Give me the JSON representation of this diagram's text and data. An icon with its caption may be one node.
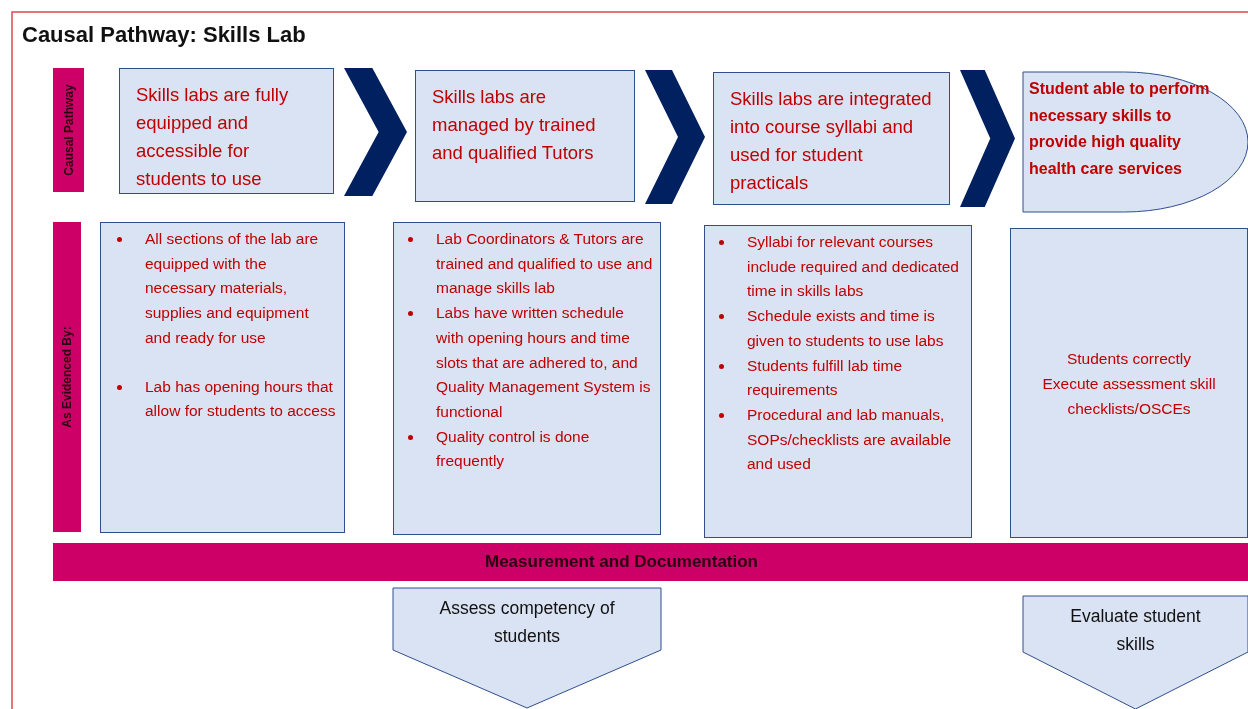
{
  "diagram": {
    "title": "Causal Pathway: Skills Lab",
    "nodes": [
      {
        "text": [
          "Causal Pathway"
        ]
      },
      {
        "text": [
          "Skills labs are fully equipped and accessible for students to use"
        ]
      },
      {
        "text": [
          "Skills labs are managed by trained and qualified Tutors"
        ]
      },
      {
        "text": [
          "Skills labs are integrated into course syllabi and used for student practicals"
        ]
      },
      {
        "text": [
          "Student able to perform necessary skills to provide high quality health care services"
        ]
      },
      {
        "text": [
          "As Evidenced By:"
        ]
      },
      {
        "text": [
          "All sections of the lab are equipped with the necessary materials, supplies and equipment and ready for use",
          "Lab has opening hours that allow for students to access"
        ]
      },
      {
        "text": [
          "Lab Coordinators & Tutors are trained and qualified to use and manage skills lab",
          "Labs have written schedule with opening hours and time slots that are adhered to, and Quality Management System is functional",
          "Quality control is done frequently"
        ]
      },
      {
        "text": [
          "Syllabi for relevant courses include required and dedicated time in skills labs",
          "Schedule exists and time is given to students to use labs",
          "Students fulfill lab time requirements",
          "Procedural and lab manuals, SOPs/checklists are available and used"
        ]
      },
      {
        "text": [
          "Students correctly Execute assessment skill checklists/OSCEs"
        ]
      },
      {
        "text": [
          "Measurement and Documentation"
        ]
      },
      {
        "text": [
          "Assess competency of students"
        ]
      },
      {
        "text": [
          "Evaluate student skills"
        ]
      }
    ],
    "edges": [
      {
        "from": 1,
        "to": 2,
        "arrow": "to"
      },
      {
        "from": 2,
        "to": 3,
        "arrow": "to"
      },
      {
        "from": 3,
        "to": 4,
        "arrow": "to"
      }
    ]
  }
}
